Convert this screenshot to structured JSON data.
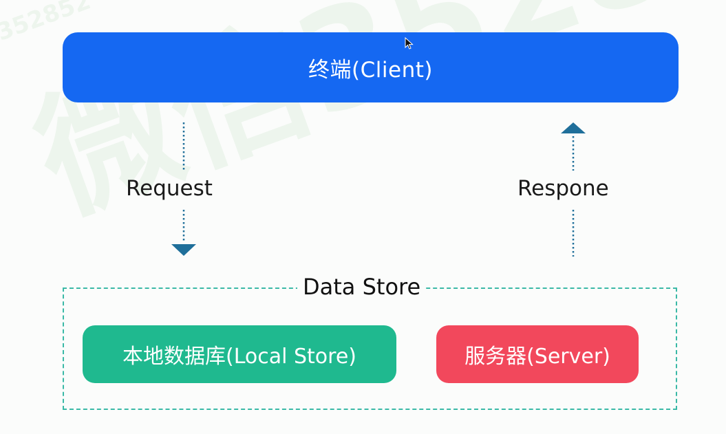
{
  "diagram": {
    "client": {
      "label": "终端(Client)",
      "color": "#1568f2"
    },
    "request": {
      "label": "Request",
      "direction": "down",
      "color": "#1f6f9a"
    },
    "response": {
      "label": "Respone",
      "direction": "up",
      "color": "#1f6f9a"
    },
    "data_store": {
      "title": "Data Store",
      "frame_color": "#3ab9a6",
      "nodes": [
        {
          "label": "本地数据库(Local Store)",
          "color": "#1fb98f"
        },
        {
          "label": "服务器(Server)",
          "color": "#f2485c"
        }
      ]
    }
  }
}
